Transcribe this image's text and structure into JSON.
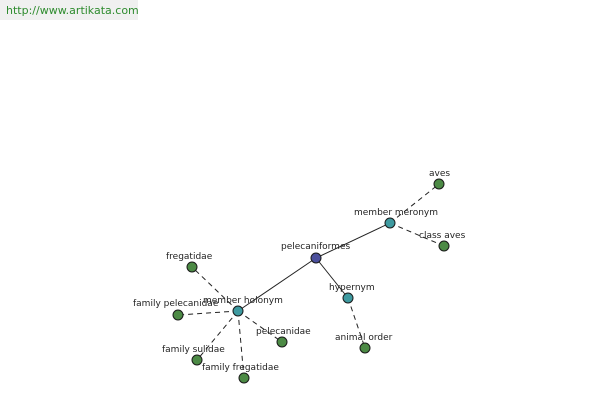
{
  "header": {
    "url": "http://www.artikata.com"
  },
  "colors": {
    "root": "#4b4f9c",
    "relation": "#3e9aa0",
    "leaf": "#4c8a45"
  },
  "nodes": [
    {
      "id": "pelecaniformes",
      "label": "pelecaniformes",
      "kind": "root"
    },
    {
      "id": "member-meronym",
      "label": "member meronym",
      "kind": "relation"
    },
    {
      "id": "hypernym",
      "label": "hypernym",
      "kind": "relation"
    },
    {
      "id": "member-holonym",
      "label": "member holonym",
      "kind": "relation"
    },
    {
      "id": "aves",
      "label": "aves",
      "kind": "leaf"
    },
    {
      "id": "class-aves",
      "label": "class aves",
      "kind": "leaf"
    },
    {
      "id": "animal-order",
      "label": "animal order",
      "kind": "leaf"
    },
    {
      "id": "fregatidae",
      "label": "fregatidae",
      "kind": "leaf"
    },
    {
      "id": "family-pelecanidae",
      "label": "family pelecanidae",
      "kind": "leaf"
    },
    {
      "id": "pelecanidae",
      "label": "pelecanidae",
      "kind": "leaf"
    },
    {
      "id": "family-sulidae",
      "label": "family sulidae",
      "kind": "leaf"
    },
    {
      "id": "family-fregatidae",
      "label": "family fregatidae",
      "kind": "leaf"
    }
  ],
  "edges": [
    {
      "from": "pelecaniformes",
      "to": "member-meronym",
      "style": "solid"
    },
    {
      "from": "pelecaniformes",
      "to": "hypernym",
      "style": "solid"
    },
    {
      "from": "pelecaniformes",
      "to": "member-holonym",
      "style": "solid"
    },
    {
      "from": "member-meronym",
      "to": "aves",
      "style": "dashed"
    },
    {
      "from": "member-meronym",
      "to": "class-aves",
      "style": "dashed"
    },
    {
      "from": "hypernym",
      "to": "animal-order",
      "style": "dashed"
    },
    {
      "from": "member-holonym",
      "to": "fregatidae",
      "style": "dashed"
    },
    {
      "from": "member-holonym",
      "to": "family-pelecanidae",
      "style": "dashed"
    },
    {
      "from": "member-holonym",
      "to": "pelecanidae",
      "style": "dashed"
    },
    {
      "from": "member-holonym",
      "to": "family-sulidae",
      "style": "dashed"
    },
    {
      "from": "member-holonym",
      "to": "family-fregatidae",
      "style": "dashed"
    }
  ]
}
